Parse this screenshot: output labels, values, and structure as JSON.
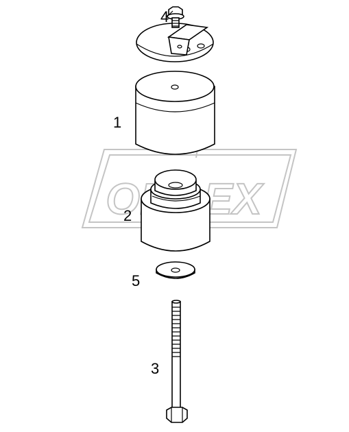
{
  "callouts": {
    "part_1": "1",
    "part_2": "2",
    "part_3": "3",
    "part_4": "4",
    "part_5": "5"
  },
  "watermark": {
    "brand": "ORDEX"
  },
  "colors": {
    "line": "#000000",
    "watermark": "#c4c4c4",
    "background": "#ffffff"
  }
}
